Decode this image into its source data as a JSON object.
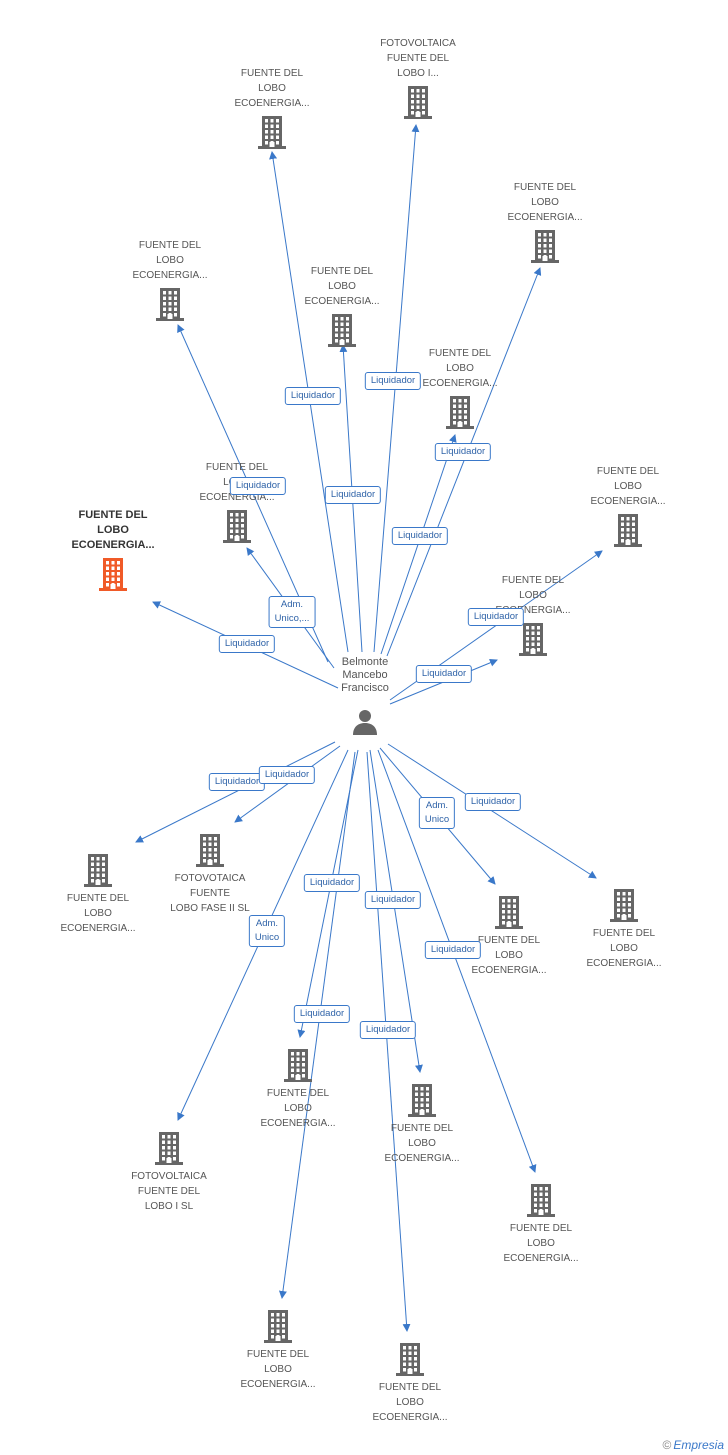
{
  "center": {
    "name": "Belmonte\nMancebo\nFrancisco",
    "icon": "person-icon"
  },
  "colors": {
    "edge": "#3a78c9",
    "node": "#666666",
    "highlight": "#f05a28"
  },
  "nodes": [
    {
      "id": "n1",
      "label": "FOTOVOLTAICA\nFUENTE DEL\nLOBO I..."
    },
    {
      "id": "n2",
      "label": "FUENTE DEL\nLOBO\nECOENERGIA..."
    },
    {
      "id": "n3",
      "label": "FUENTE DEL\nLOBO\nECOENERGIA..."
    },
    {
      "id": "n4",
      "label": "FUENTE DEL\nLOBO\nECOENERGIA..."
    },
    {
      "id": "n5",
      "label": "FUENTE DEL\nLOBO\nECOENERGIA..."
    },
    {
      "id": "n6",
      "label": "FUENTE DEL\nLOBO\nECOENERGIA..."
    },
    {
      "id": "n7",
      "label": "FUENTE DEL\nLOBO\nECOENERGIA..."
    },
    {
      "id": "n8",
      "label": "FUENTE DEL\nLOBO\nECOENERGIA...",
      "highlight": true
    },
    {
      "id": "n9",
      "label": "FUENTE DEL\nLOBO\nECOENERGIA..."
    },
    {
      "id": "n10",
      "label": "FUENTE DEL\nLOBO\nECOENERGIA..."
    },
    {
      "id": "n11",
      "label": "FUENTE DEL\nLOBO\nECOENERGIA..."
    },
    {
      "id": "n12",
      "label": "FOTOVOTAICA\nFUENTE\nLOBO FASE II SL"
    },
    {
      "id": "n13",
      "label": "FUENTE DEL\nLOBO\nECOENERGIA..."
    },
    {
      "id": "n14",
      "label": "FUENTE DEL\nLOBO\nECOENERGIA..."
    },
    {
      "id": "n15",
      "label": "FUENTE DEL\nLOBO\nECOENERGIA..."
    },
    {
      "id": "n16",
      "label": "FUENTE DEL\nLOBO\nECOENERGIA..."
    },
    {
      "id": "n17",
      "label": "FOTOVOLTAICA\nFUENTE DEL\nLOBO I SL"
    },
    {
      "id": "n18",
      "label": "FUENTE DEL\nLOBO\nECOENERGIA..."
    },
    {
      "id": "n19",
      "label": "FUENTE DEL\nLOBO\nECOENERGIA..."
    },
    {
      "id": "n20",
      "label": "FUENTE DEL\nLOBO\nECOENERGIA..."
    }
  ],
  "edges": [
    {
      "to": "n1",
      "label": "Liquidador"
    },
    {
      "to": "n2",
      "label": "Liquidador"
    },
    {
      "to": "n3",
      "label": "Liquidador"
    },
    {
      "to": "n4",
      "label": "Liquidador"
    },
    {
      "to": "n5",
      "label": "Liquidador"
    },
    {
      "to": "n6",
      "label": "Liquidador"
    },
    {
      "to": "n7",
      "label": "Liquidador"
    },
    {
      "to": "n8",
      "label": "Liquidador"
    },
    {
      "to": "n9",
      "label": "Adm.\nUnico,..."
    },
    {
      "to": "n10",
      "label": "Liquidador"
    },
    {
      "to": "n11",
      "label": "Liquidador"
    },
    {
      "to": "n12",
      "label": "Liquidador"
    },
    {
      "to": "n13",
      "label": "Liquidador"
    },
    {
      "to": "n14",
      "label": "Adm.\nUnico"
    },
    {
      "to": "n15",
      "label": "Liquidador"
    },
    {
      "to": "n16",
      "label": "Liquidador"
    },
    {
      "to": "n17",
      "label": "Adm.\nUnico"
    },
    {
      "to": "n18",
      "label": "Liquidador"
    },
    {
      "to": "n19",
      "label": "Liquidador"
    },
    {
      "to": "n20",
      "label": "Liquidador"
    }
  ],
  "footer": {
    "copyright": "©",
    "brand": "Empresia"
  }
}
